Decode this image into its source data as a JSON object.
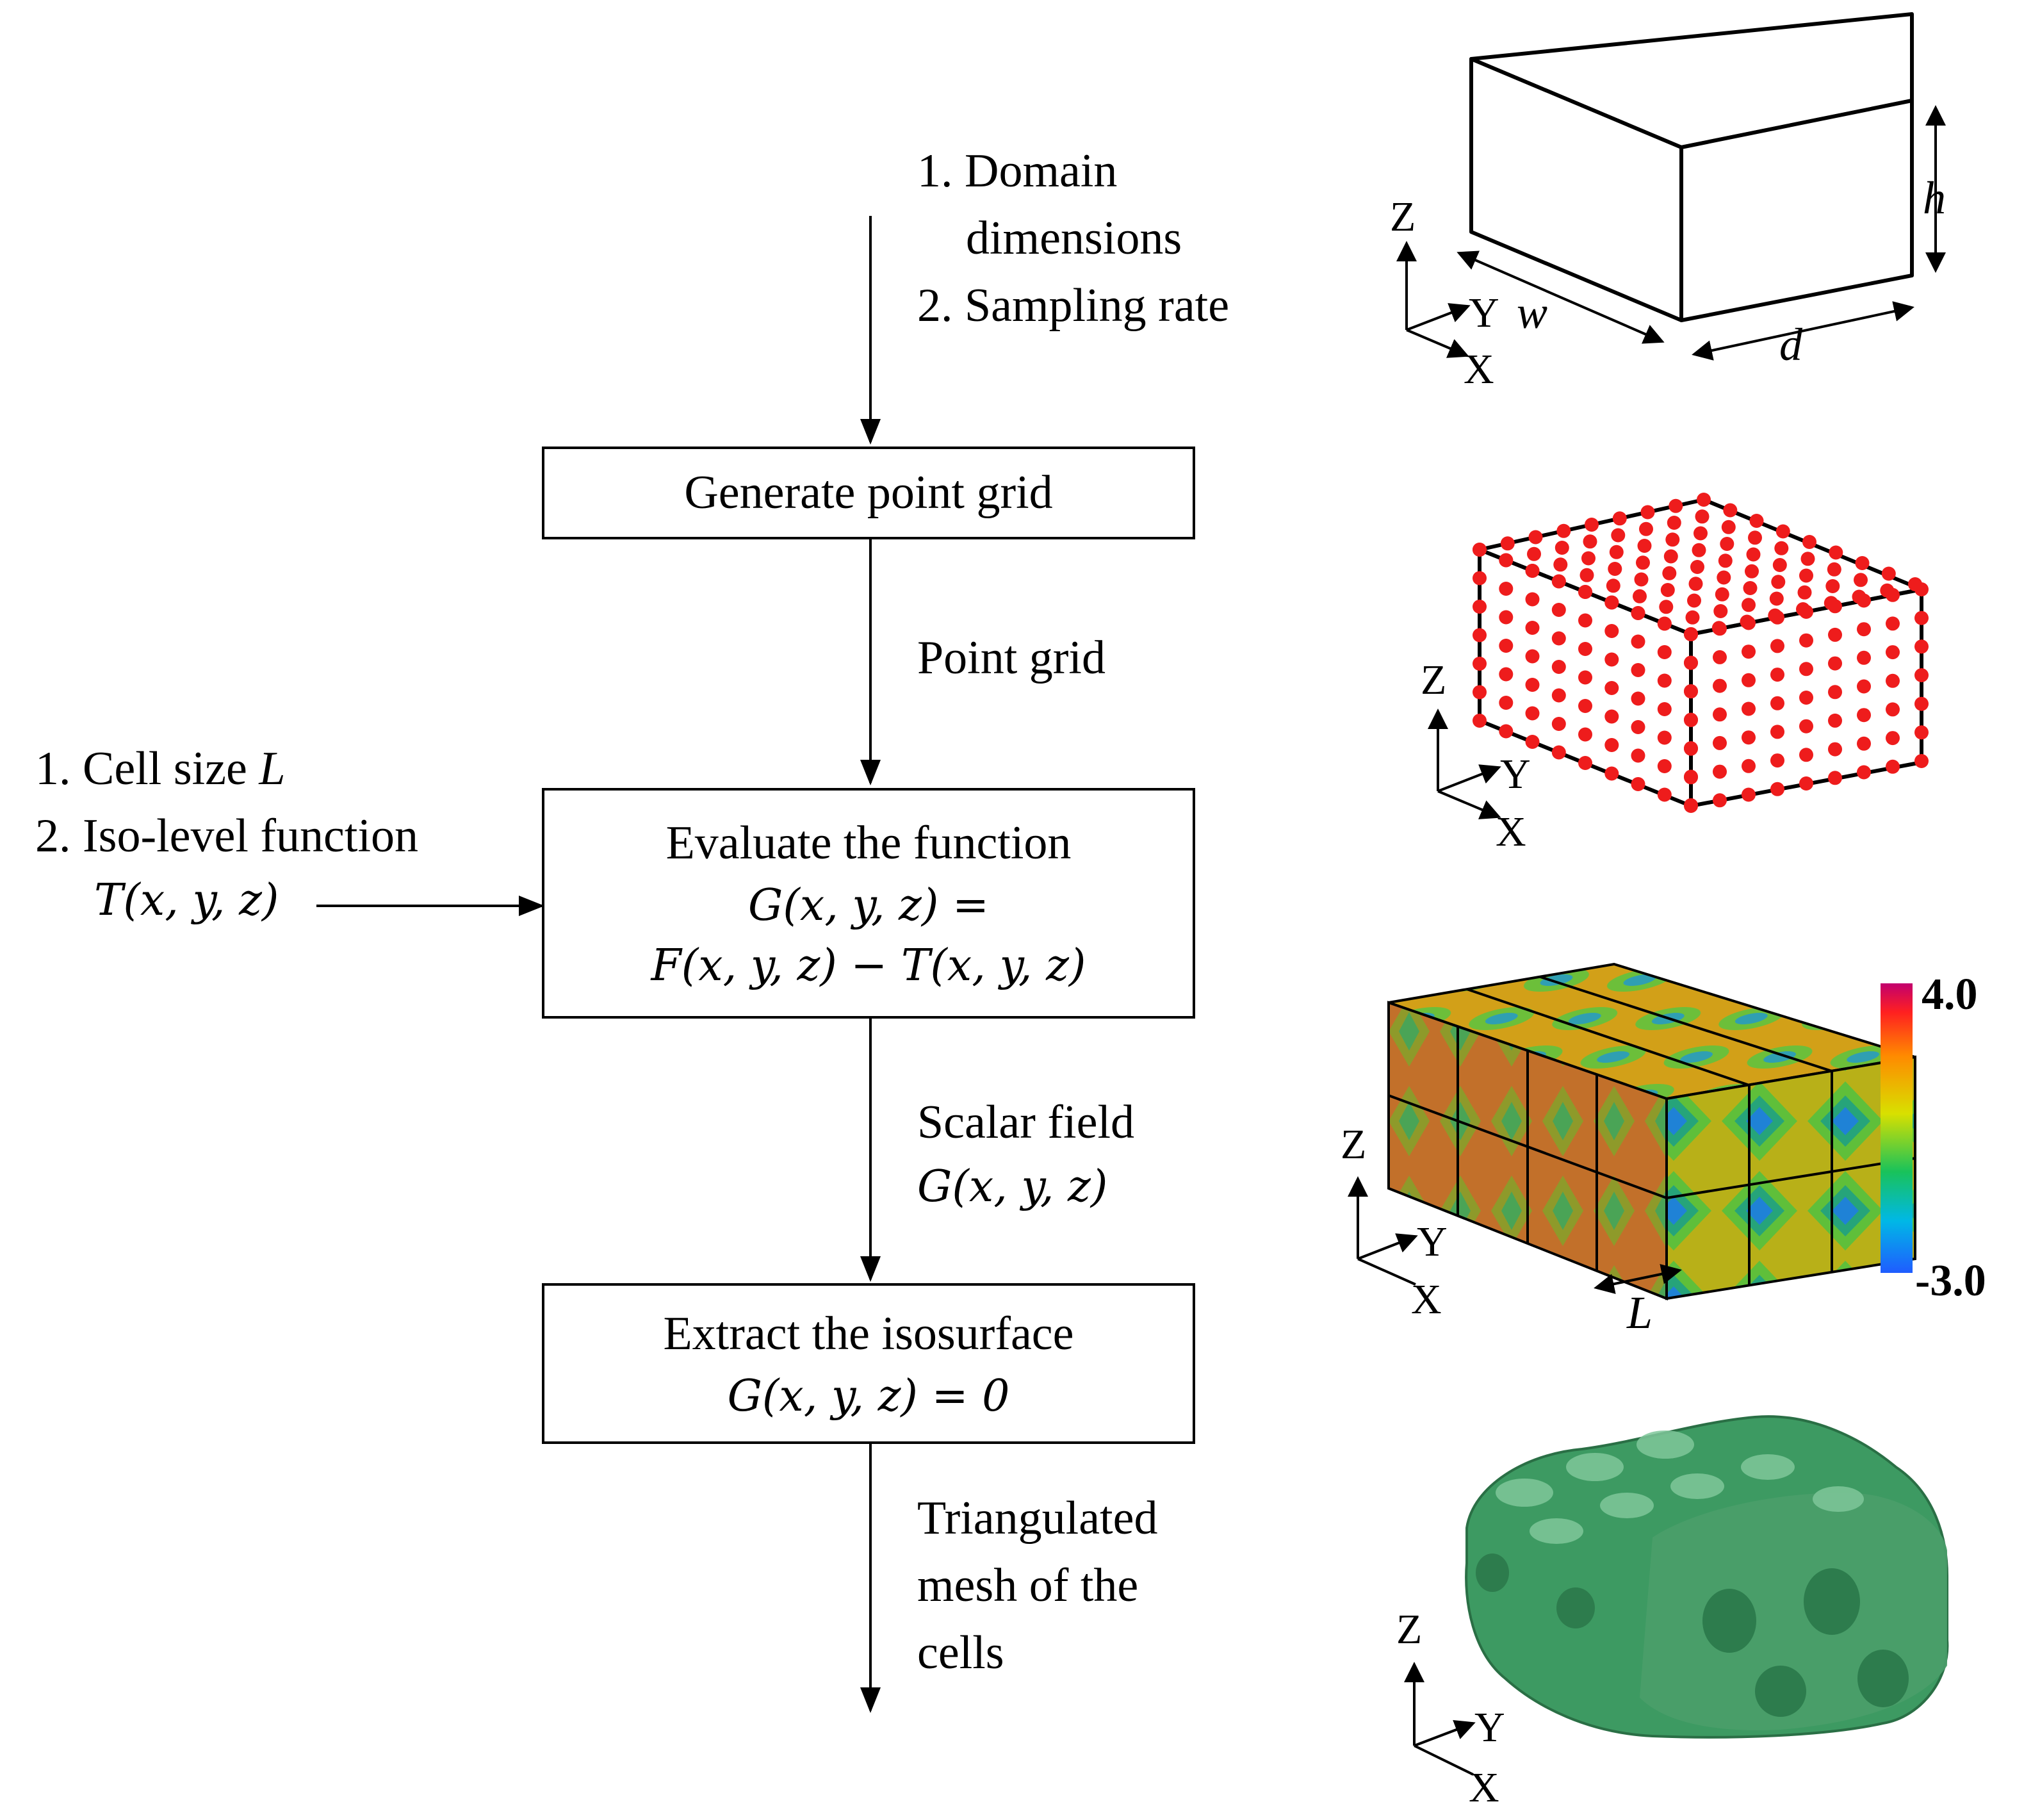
{
  "inputs_top": {
    "item1": "1. Domain",
    "item1_cont": "dimensions",
    "item2": "2. Sampling rate"
  },
  "inputs_left": {
    "item1_prefix": "1. Cell size ",
    "item1_var": "L",
    "item2": "2. Iso-level function",
    "item2_expr": "T(x, y, z)"
  },
  "steps": [
    {
      "label": "Generate point grid"
    },
    {
      "label": "Evaluate the function",
      "eq1": "G(x, y, z) =",
      "eq2": "F(x, y, z) − T(x, y, z)"
    },
    {
      "label": "Extract the isosurface",
      "eq1": "G(x, y, z) = 0"
    }
  ],
  "flows": {
    "point_grid": "Point grid",
    "scalar_field": "Scalar field",
    "scalar_field_expr": "G(x, y, z)",
    "mesh_line1": "Triangulated",
    "mesh_line2": "mesh of the",
    "mesh_line3": "cells"
  },
  "domain_box": {
    "h": "h",
    "w": "w",
    "d": "d"
  },
  "axes": {
    "z": "Z",
    "y": "Y",
    "x": "X"
  },
  "scalar_cube": {
    "cell_label": "L"
  },
  "colorbar": {
    "max": "4.0",
    "min": "-3.0"
  },
  "colors": {
    "grid_points": "#ee1c1c",
    "mesh": "#3d9a62",
    "line": "#000000"
  }
}
